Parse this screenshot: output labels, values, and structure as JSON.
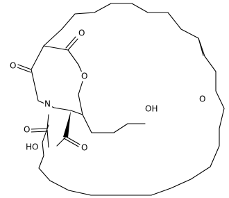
{
  "molecule": {
    "atoms": {
      "ketone_o_top": "O",
      "ketone_o_left": "O",
      "ring_o": "O",
      "ether_o": "O",
      "n_atom": "N",
      "amide_o": "O",
      "acid_ho": "HO",
      "acid_o": "O",
      "hydroxyl": "OH"
    }
  }
}
